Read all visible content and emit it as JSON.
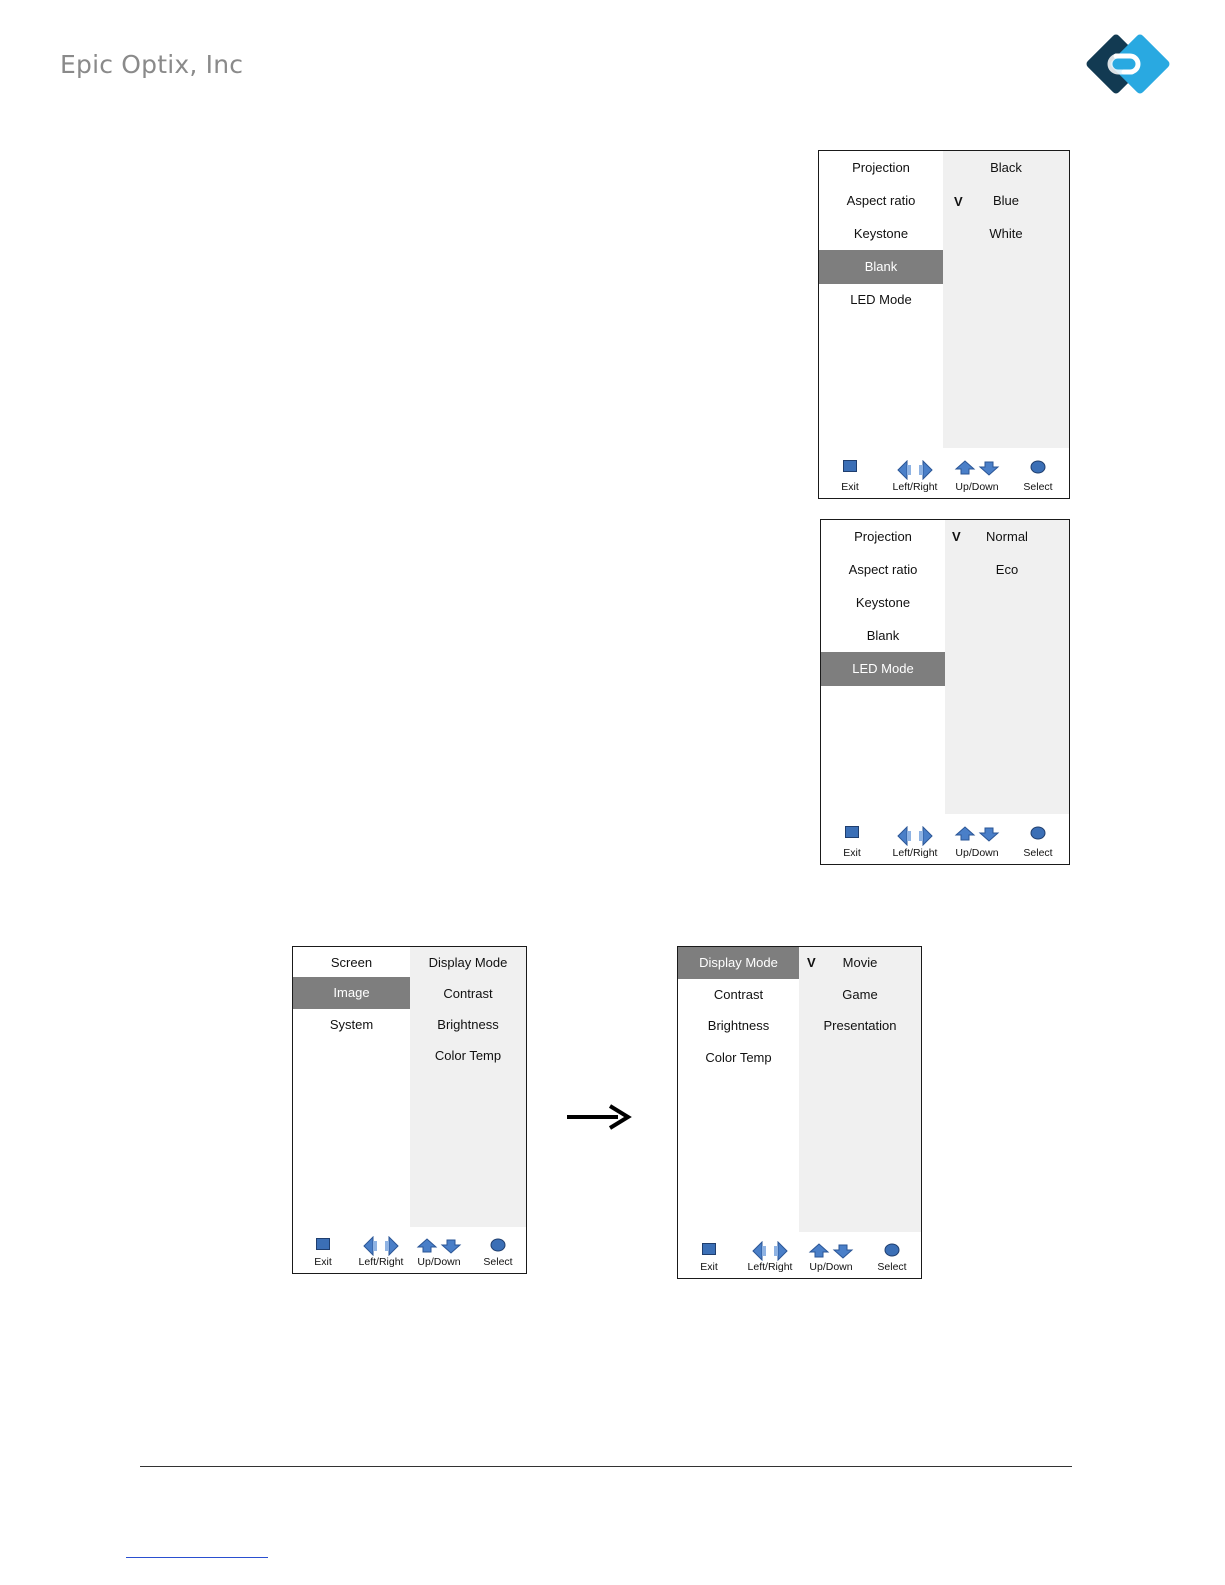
{
  "header": {
    "company": "Epic Optix, Inc"
  },
  "footer_labels": {
    "exit": "Exit",
    "left_right": "Left/Right",
    "up_down": "Up/Down",
    "select": "Select"
  },
  "menus": {
    "blank_menu": {
      "items": [
        "Projection",
        "Aspect ratio",
        "Keystone",
        "Blank",
        "LED Mode"
      ],
      "selected_index": 3,
      "options": [
        "Black",
        "Blue",
        "White"
      ],
      "checked_index": 1,
      "check_mark": "V"
    },
    "led_menu": {
      "items": [
        "Projection",
        "Aspect ratio",
        "Keystone",
        "Blank",
        "LED Mode"
      ],
      "selected_index": 4,
      "options": [
        "Normal",
        "Eco"
      ],
      "checked_index": 0,
      "check_mark": "V"
    },
    "image_menu": {
      "items": [
        "Screen",
        "Image",
        "System"
      ],
      "selected_index": 1,
      "options": [
        "Display Mode",
        "Contrast",
        "Brightness",
        "Color Temp"
      ]
    },
    "display_menu": {
      "items": [
        "Display Mode",
        "Contrast",
        "Brightness",
        "Color Temp"
      ],
      "selected_index": 0,
      "options": [
        "Movie",
        "Game",
        "Presentation"
      ],
      "checked_index": 0,
      "check_mark": "V"
    }
  },
  "colors": {
    "selected_bg": "#7e7e7e",
    "option_panel_bg": "#f0f0f0",
    "icon_blue": "#3b6fb6",
    "logo_dark": "#123a52",
    "logo_light": "#29a9e1"
  },
  "icons": {
    "exit": "square-icon",
    "left_right": "left-right-arrows-icon",
    "up_down": "up-down-arrows-icon",
    "select": "circle-icon",
    "transition": "right-arrow-icon"
  }
}
